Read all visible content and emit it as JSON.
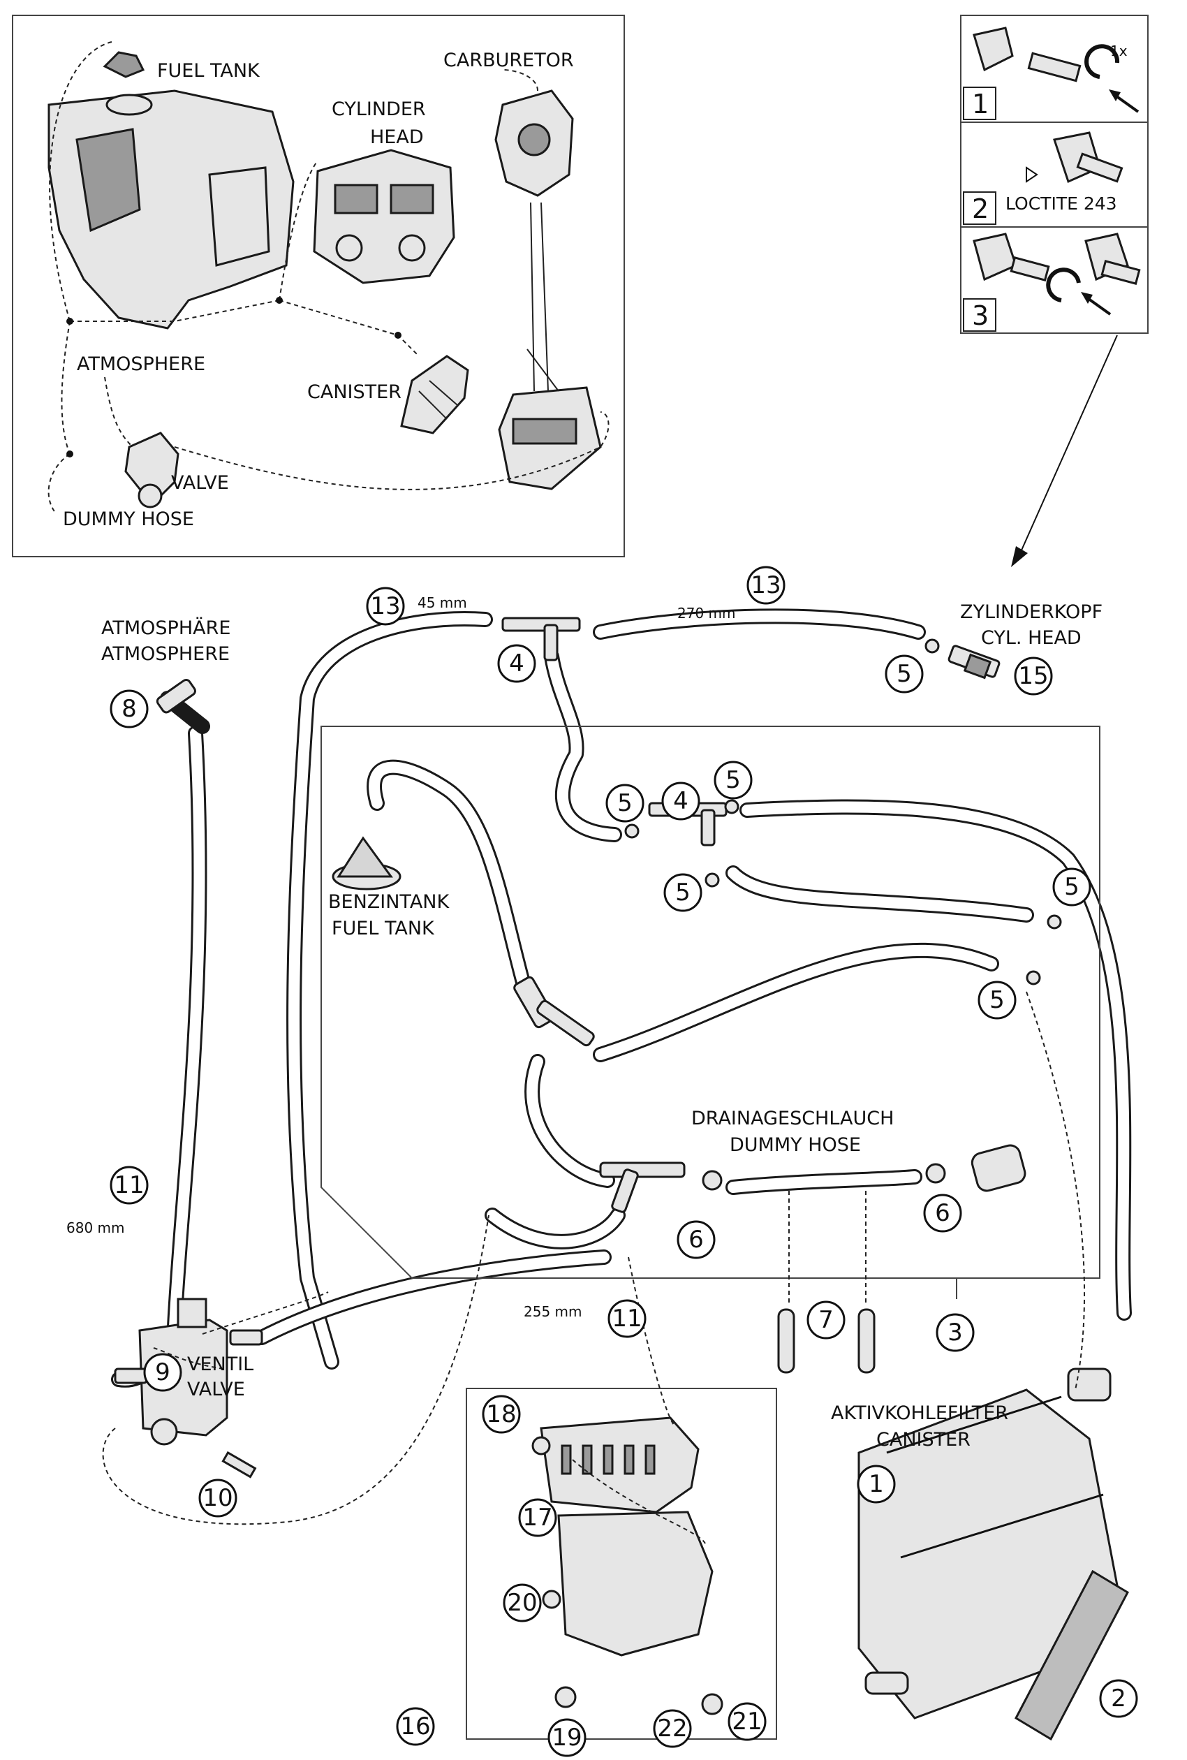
{
  "overview": {
    "fuel_tank": "FUEL TANK",
    "carburetor": "CARBURETOR",
    "cylinder_head_1": "CYLINDER",
    "cylinder_head_2": "HEAD",
    "atmosphere": "ATMOSPHERE",
    "canister": "CANISTER",
    "valve": "VALVE",
    "dummy_hose": "DUMMY HOSE"
  },
  "steps": [
    {
      "number": "1",
      "note": "1x"
    },
    {
      "number": "2",
      "note": "LOCTITE 243"
    },
    {
      "number": "3",
      "note": ""
    }
  ],
  "labels": {
    "atmosphere_de": "ATMOSPHÄRE",
    "atmosphere_en": "ATMOSPHERE",
    "cyl_head_de": "ZYLINDERKOPF",
    "cyl_head_en": "CYL. HEAD",
    "fuel_tank_de": "BENZINTANK",
    "fuel_tank_en": "FUEL TANK",
    "dummy_hose_de": "DRAINAGESCHLAUCH",
    "dummy_hose_en": "DUMMY HOSE",
    "valve_de": "VENTIL",
    "valve_en": "VALVE",
    "canister_de": "AKTIVKOHLEFILTER",
    "canister_en": "CANISTER"
  },
  "dimensions": {
    "d45": "45 mm",
    "d270": "270 mm",
    "d680": "680 mm",
    "d255": "255 mm"
  },
  "callouts": [
    "13",
    "13",
    "4",
    "5",
    "15",
    "8",
    "5",
    "4",
    "5",
    "5",
    "5",
    "5",
    "6",
    "6",
    "7",
    "3",
    "11",
    "11",
    "9",
    "10",
    "18",
    "17",
    "20",
    "16",
    "19",
    "22",
    "21",
    "1",
    "2"
  ]
}
